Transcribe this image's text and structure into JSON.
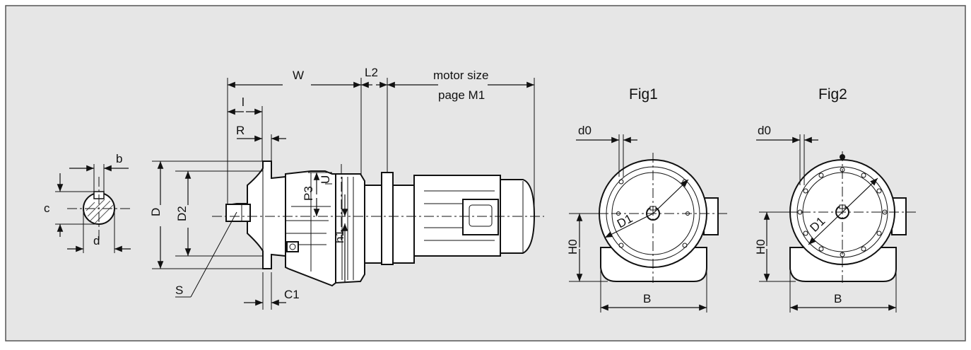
{
  "colors": {
    "panel": "#e6e6e6",
    "stroke": "#111111",
    "part_fill": "#ffffff"
  },
  "labels": {
    "W": "W",
    "L2": "L2",
    "motor_size_line1": "motor size",
    "motor_size_line2": "page M1",
    "l": "l",
    "R": "R",
    "b": "b",
    "c": "c",
    "d": "d",
    "D": "D",
    "D2": "D2",
    "P3": "P3",
    "U": "U",
    "h1": "h1",
    "S": "S",
    "C1": "C1",
    "fig1": "Fig1",
    "fig2": "Fig2",
    "fig1_d0": "d0",
    "fig1_D1": "D1",
    "fig1_H0": "H0",
    "fig1_B": "B",
    "fig2_d0": "d0",
    "fig2_D1": "D1",
    "fig2_H0": "H0",
    "fig2_B": "B"
  }
}
